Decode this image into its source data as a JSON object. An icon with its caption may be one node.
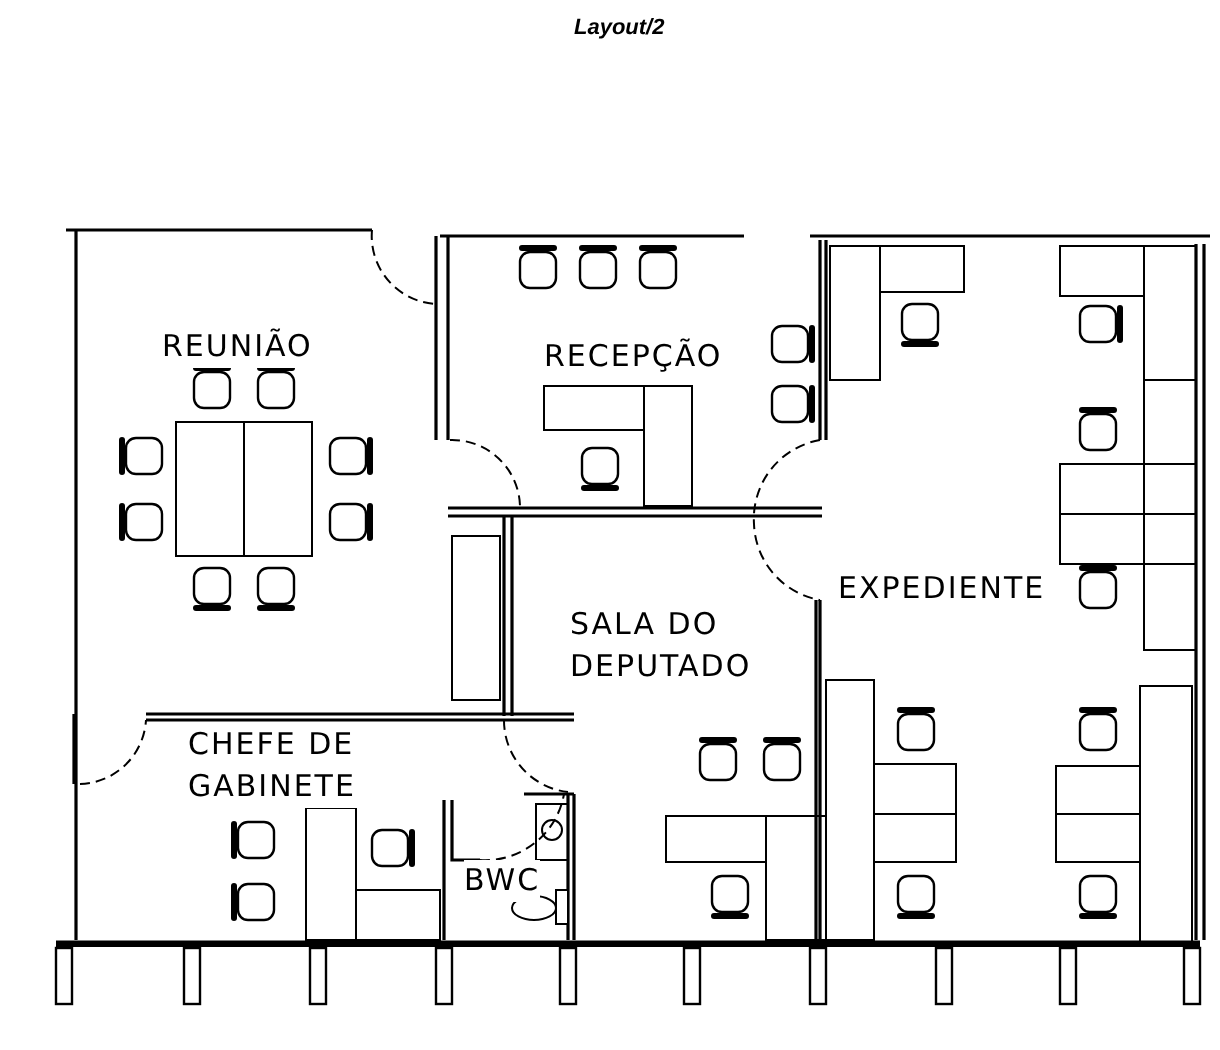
{
  "diagram": {
    "title": "Layout/2",
    "labels": [
      "REUNIÃO",
      "RECEPÇÃO",
      "EXPEDIENTE",
      "SALA DO DEPUTADO",
      "CHEFE DE GABINETE",
      "BWC"
    ]
  }
}
